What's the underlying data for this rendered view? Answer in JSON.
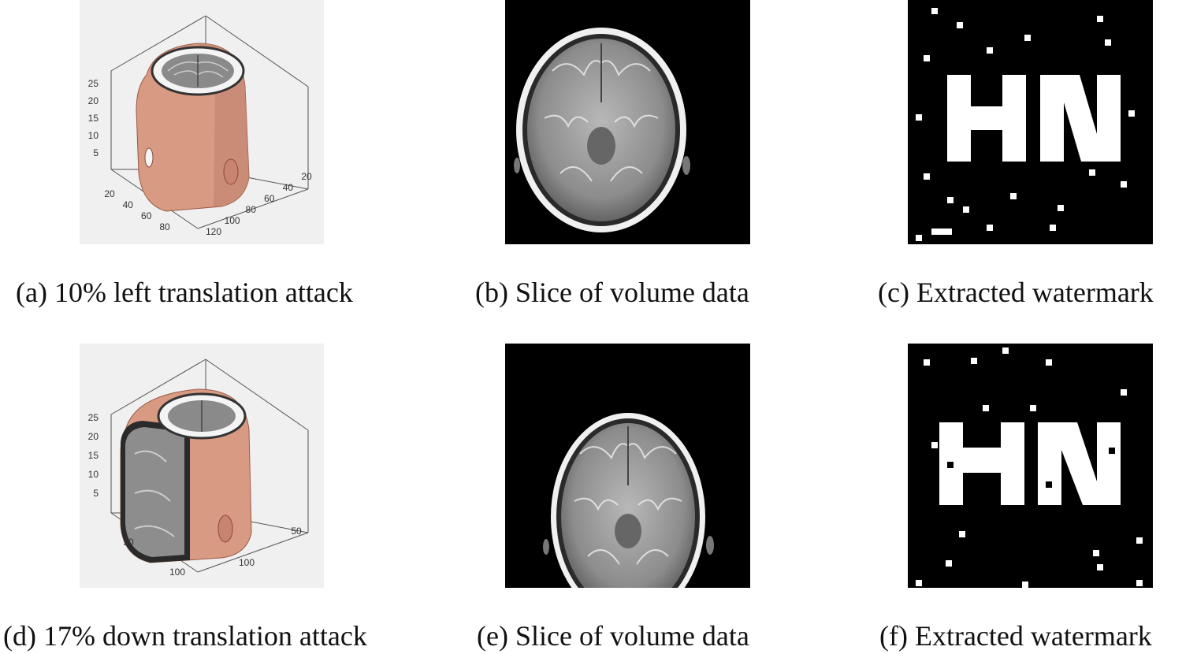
{
  "figure": {
    "panels": [
      {
        "id": "a",
        "caption": "(a) 10% left translation attack",
        "z_ticks": [
          "25",
          "20",
          "15",
          "10",
          "5"
        ],
        "x_ticks": [
          "20",
          "40",
          "60",
          "80"
        ],
        "y_ticks": [
          "20",
          "40",
          "60",
          "80",
          "100",
          "120"
        ]
      },
      {
        "id": "b",
        "caption": "(b) Slice of volume data"
      },
      {
        "id": "c",
        "caption": "(c) Extracted watermark"
      },
      {
        "id": "d",
        "caption": "(d) 17% down translation attack",
        "z_ticks": [
          "25",
          "20",
          "15",
          "10",
          "5"
        ],
        "x_ticks": [
          "50",
          "100"
        ],
        "y_ticks": [
          "50",
          "100"
        ]
      },
      {
        "id": "e",
        "caption": "(e) Slice of volume data"
      },
      {
        "id": "f",
        "caption": "(f) Extracted watermark"
      }
    ]
  },
  "colors": {
    "skin": "#d89a82",
    "skin_dark": "#b87462",
    "panel_bg": "#f0f0f0",
    "watermark_fg": "#ffffff",
    "watermark_bg": "#000000"
  }
}
